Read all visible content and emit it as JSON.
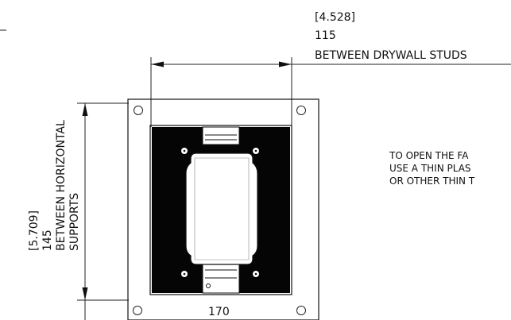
{
  "width_dimension": {
    "inch_value": "[4.528]",
    "mm_value": "115",
    "label": "BETWEEN DRYWALL STUDS"
  },
  "height_dimension": {
    "inch_value": "[5.709]",
    "mm_value": "145",
    "label_line1": "BETWEEN HORIZONTAL",
    "label_line2": "SUPPORTS"
  },
  "bottom_dimension": {
    "value": "170"
  },
  "note": {
    "line1": "TO OPEN THE FA",
    "line2": "USE A THIN PLAS",
    "line3": "OR OTHER THIN T"
  }
}
